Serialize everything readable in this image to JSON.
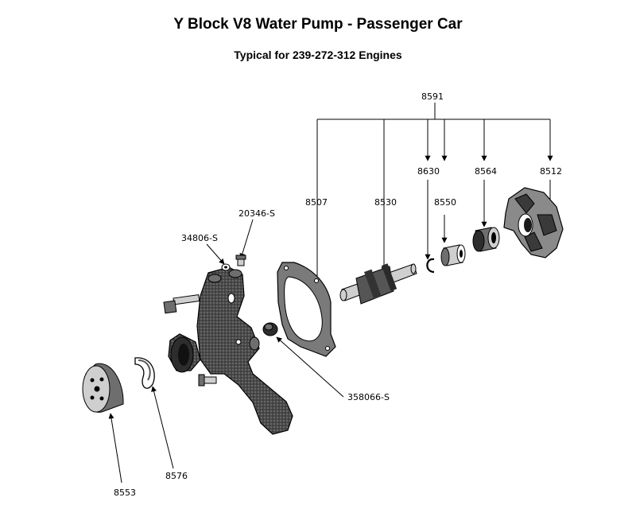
{
  "header": {
    "title": "Y Block V8 Water Pump - Passenger Car",
    "subtitle": "Typical for 239-272-312 Engines"
  },
  "parts": {
    "kit": "8591",
    "gasket": "8507",
    "shaft_bearing": "8530",
    "snap_ring": "8630",
    "seal": "8550",
    "seal_seat": "8564",
    "impeller": "8512",
    "bolt": "20346-S",
    "washer": "34806-S",
    "plug": "358066-S",
    "pulley_hub": "8553",
    "clip": "8576"
  },
  "labels": {
    "kit": "8591",
    "gasket": "8507",
    "shaft_bearing": "8530",
    "snap_ring": "8630",
    "seal": "8550",
    "seal_seat": "8564",
    "impeller": "8512",
    "bolt": "20346-S",
    "washer": "34806-S",
    "plug": "358066-S",
    "pulley_hub": "8553",
    "clip": "8576"
  }
}
